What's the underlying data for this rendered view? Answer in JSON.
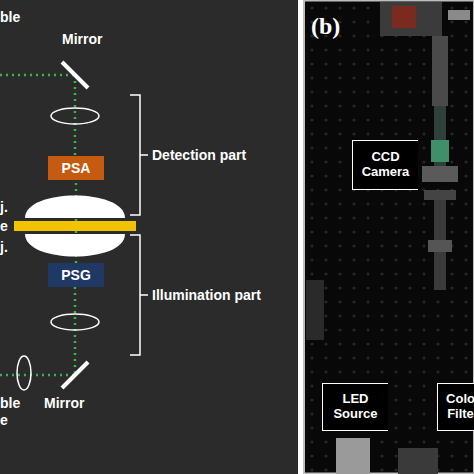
{
  "diagram": {
    "nodes": [
      {
        "text": [
          "PSA"
        ]
      },
      {
        "text": [
          "PSG"
        ]
      },
      {
        "text": [
          "CCD Camera"
        ]
      },
      {
        "text": [
          "LED Source"
        ]
      },
      {
        "text": [
          "Colo Filte"
        ]
      }
    ],
    "edges": [
      {
        "from": 1,
        "to": 0,
        "arrow": "none"
      }
    ],
    "labels": [
      "ble",
      "Mirror",
      "Detection part",
      "j.",
      "e",
      "j.",
      "Illumination part",
      "ble",
      "Mirror",
      "e",
      "(b)"
    ]
  }
}
